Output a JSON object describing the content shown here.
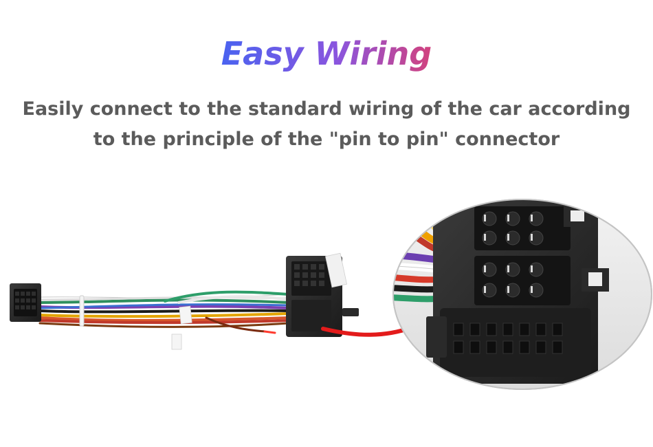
{
  "title": "Easy Wiring",
  "subtitle": {
    "line1": "Easily connect to the standard wiring of the car according",
    "line2": "to the principle of the \"pin to pin\" connector"
  },
  "colors": {
    "title_gradient_start": "#4a63f0",
    "title_gradient_end": "#d2427e",
    "subtitle_text": "#5b5b5b",
    "arrow": "#e31b1b",
    "connector_body": "#2a2a2a"
  },
  "illustration": {
    "left_connector": "black-16-pin-radio-plug",
    "right_connector": "black-iso-car-plug",
    "zoom_view": "magnified-iso-connector",
    "arrow": "red-curved-arrow"
  }
}
